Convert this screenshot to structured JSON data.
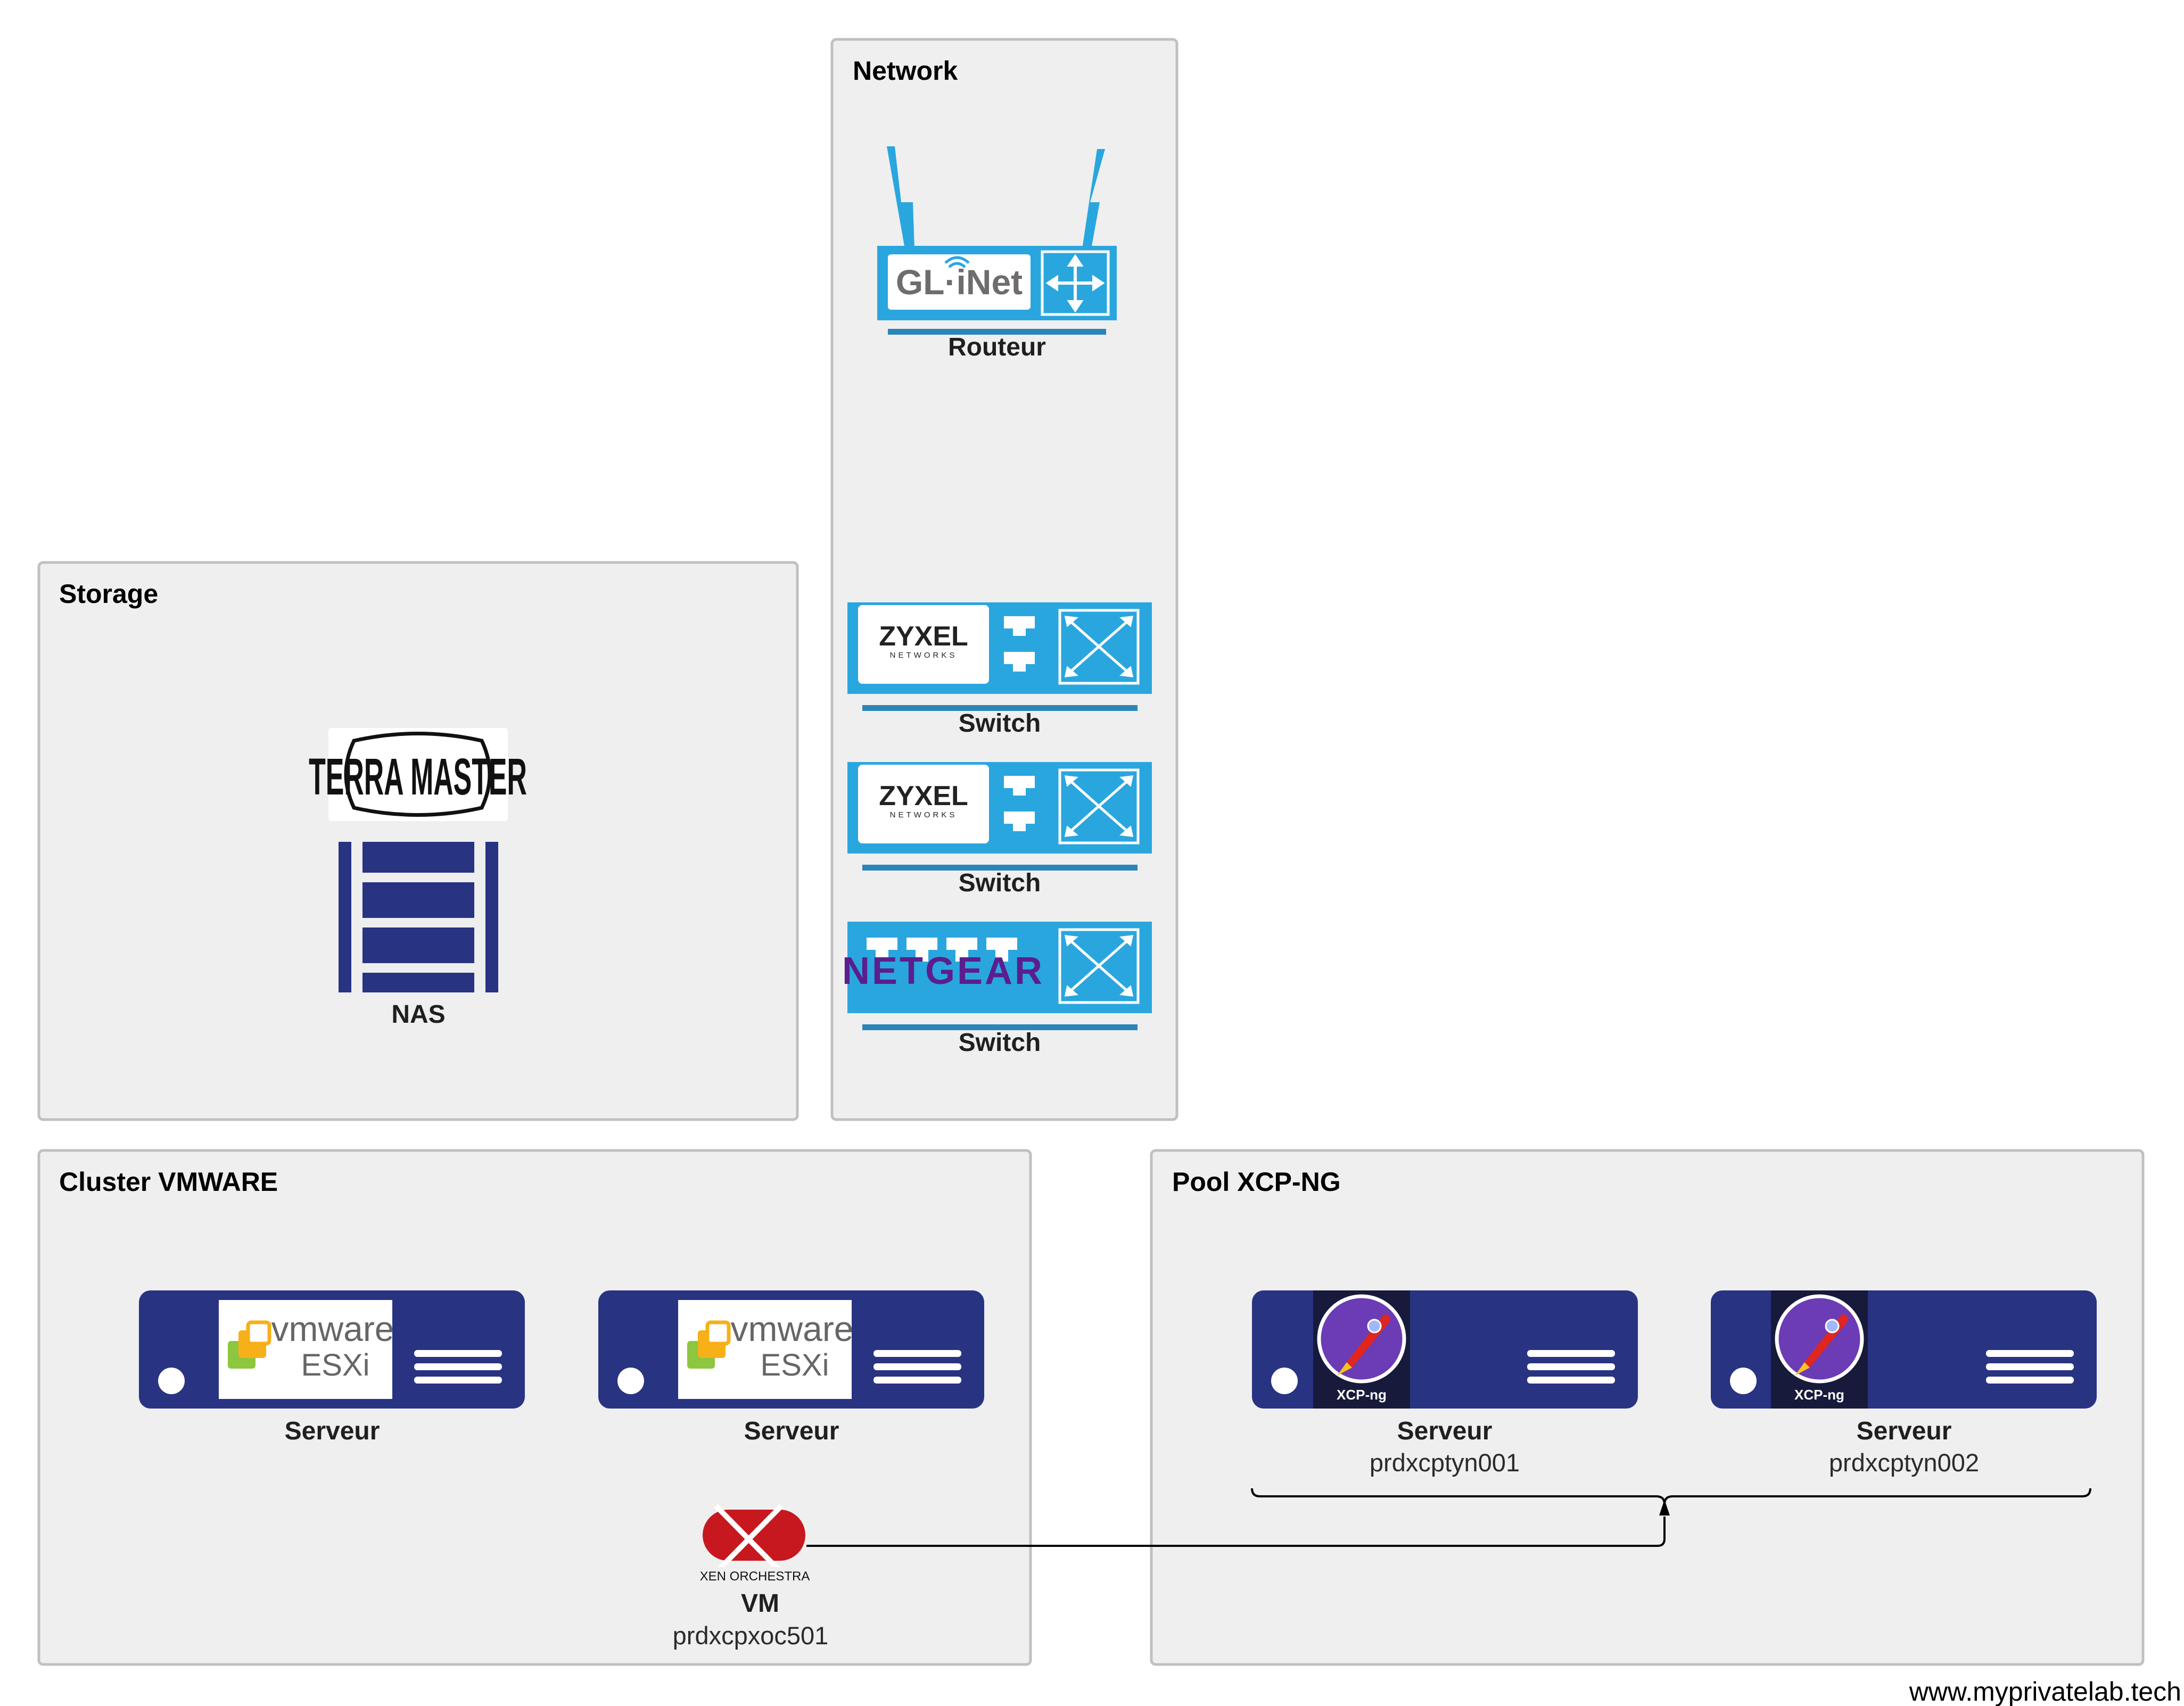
{
  "groups": {
    "network": "Network",
    "storage": "Storage",
    "cluster": "Cluster VMWARE",
    "pool": "Pool XCP-NG"
  },
  "network": {
    "router": {
      "label": "Routeur",
      "logo": "GL·iNet"
    },
    "switches": [
      {
        "label": "Switch",
        "logo_main": "ZYXEL",
        "logo_sub": "NETWORKS"
      },
      {
        "label": "Switch",
        "logo_main": "ZYXEL",
        "logo_sub": "NETWORKS"
      },
      {
        "label": "Switch",
        "logo_main": "NETGEAR"
      }
    ]
  },
  "storage": {
    "nas": {
      "label": "NAS",
      "logo": "TERRA MASTER"
    }
  },
  "cluster": {
    "servers": [
      {
        "label": "Serveur",
        "logo_brand": "vmware",
        "logo_product": "ESXi"
      },
      {
        "label": "Serveur",
        "logo_brand": "vmware",
        "logo_product": "ESXi"
      }
    ],
    "vm": {
      "label": "VM",
      "name": "prdxcpxoc501",
      "logo": "XEN ORCHESTRA"
    }
  },
  "pool": {
    "servers": [
      {
        "label": "Serveur",
        "name": "prdxcptyn001",
        "logo": "XCP-ng"
      },
      {
        "label": "Serveur",
        "name": "prdxcptyn002",
        "logo": "XCP-ng"
      }
    ]
  },
  "watermark": "www.myprivatelab.tech",
  "colors": {
    "group_fill": "#efefef",
    "group_stroke": "#c0c0c0",
    "server_navy": "#283382",
    "network_blue": "#2aa6df",
    "network_bar": "#2a85b9",
    "xo_red": "#c8181f",
    "netgear_purple": "#5b1e8c"
  }
}
